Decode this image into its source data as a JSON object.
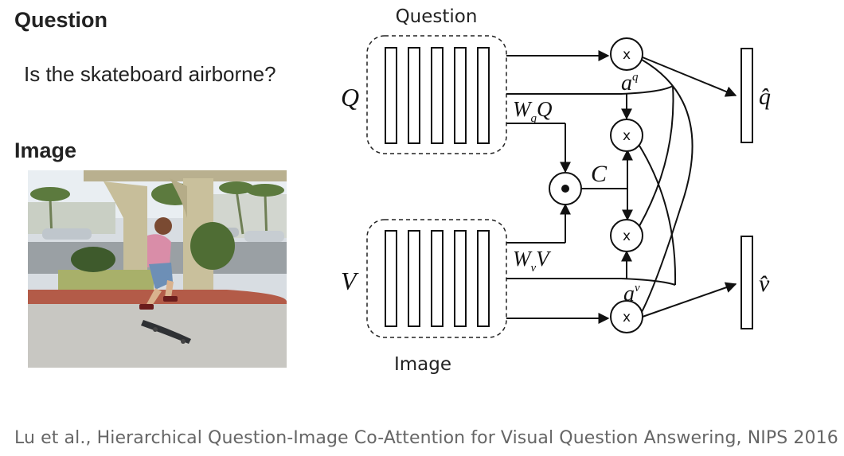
{
  "left_panel": {
    "question_heading": "Question",
    "question_text": "Is the skateboard airborne?",
    "image_heading": "Image"
  },
  "diagram": {
    "question_box_label": "Question",
    "image_box_label": "Image",
    "q_symbol": "Q",
    "v_symbol": "V",
    "wq": {
      "base": "W",
      "sub": "q",
      "after": "Q"
    },
    "wv": {
      "base": "W",
      "sub": "v",
      "after": "V"
    },
    "affinity": "C",
    "aq": {
      "base": "a",
      "sup": "q"
    },
    "av": {
      "base": "a",
      "sup": "v"
    },
    "multiply_symbol": "x",
    "q_hat": "q̂",
    "v_hat": "v̂"
  },
  "citation": "Lu et al., Hierarchical Question-Image Co-Attention for Visual Question Answering, NIPS 2016"
}
